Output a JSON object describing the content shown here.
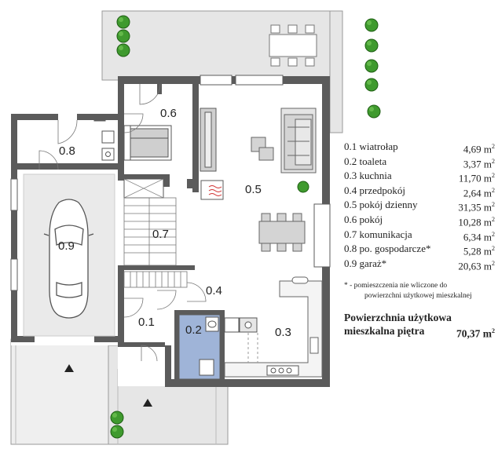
{
  "rooms": [
    {
      "id": "0.5",
      "label": "0.5"
    },
    {
      "id": "0.6",
      "label": "0.6"
    },
    {
      "id": "0.7",
      "label": "0.7"
    },
    {
      "id": "0.8",
      "label": "0.8"
    },
    {
      "id": "0.9",
      "label": "0.9"
    },
    {
      "id": "0.1",
      "label": "0.1"
    },
    {
      "id": "0.2",
      "label": "0.2"
    },
    {
      "id": "0.3",
      "label": "0.3"
    },
    {
      "id": "0.4",
      "label": "0.4"
    }
  ],
  "legend": [
    {
      "label": "0.1 wiatrołap",
      "area": "4,69 m",
      "unit_sup": "2"
    },
    {
      "label": "0.2 toaleta",
      "area": "3,37 m",
      "unit_sup": "2"
    },
    {
      "label": "0.3 kuchnia",
      "area": "11,70 m",
      "unit_sup": "2"
    },
    {
      "label": "0.4 przedpokój",
      "area": "2,64 m",
      "unit_sup": "2"
    },
    {
      "label": "0.5 pokój dzienny",
      "area": "31,35 m",
      "unit_sup": "2"
    },
    {
      "label": "0.6 pokój",
      "area": "10,28 m",
      "unit_sup": "2"
    },
    {
      "label": "0.7 komunikacja",
      "area": "6,34 m",
      "unit_sup": "2"
    },
    {
      "label": "0.8 po. gospodarcze*",
      "area": "5,28 m",
      "unit_sup": "2"
    },
    {
      "label": "0.9 garaż*",
      "area": "20,63 m",
      "unit_sup": "2"
    }
  ],
  "note": {
    "star": "* - pomieszczenia nie wliczone do",
    "line2": "powierzchni użytkowej mieszkalnej"
  },
  "total": {
    "line1": "Powierzchnia użytkowa",
    "line2": "mieszkalna piętra",
    "value": "70,37 m",
    "unit_sup": "2"
  },
  "colors": {
    "wall": "#5b5b5b",
    "terrace": "#e6e6e6",
    "toilet_highlight": "#9fb4d8",
    "floor": "#ffffff",
    "shrub": "#3f9a2e"
  },
  "icons": [
    "car-icon",
    "shrub-icon",
    "dining-table-icon",
    "sofa-icon",
    "bed-icon",
    "stairs-icon",
    "fireplace-icon",
    "sink-icon",
    "stove-icon",
    "toilet-icon",
    "entrance-arrow-icon"
  ]
}
